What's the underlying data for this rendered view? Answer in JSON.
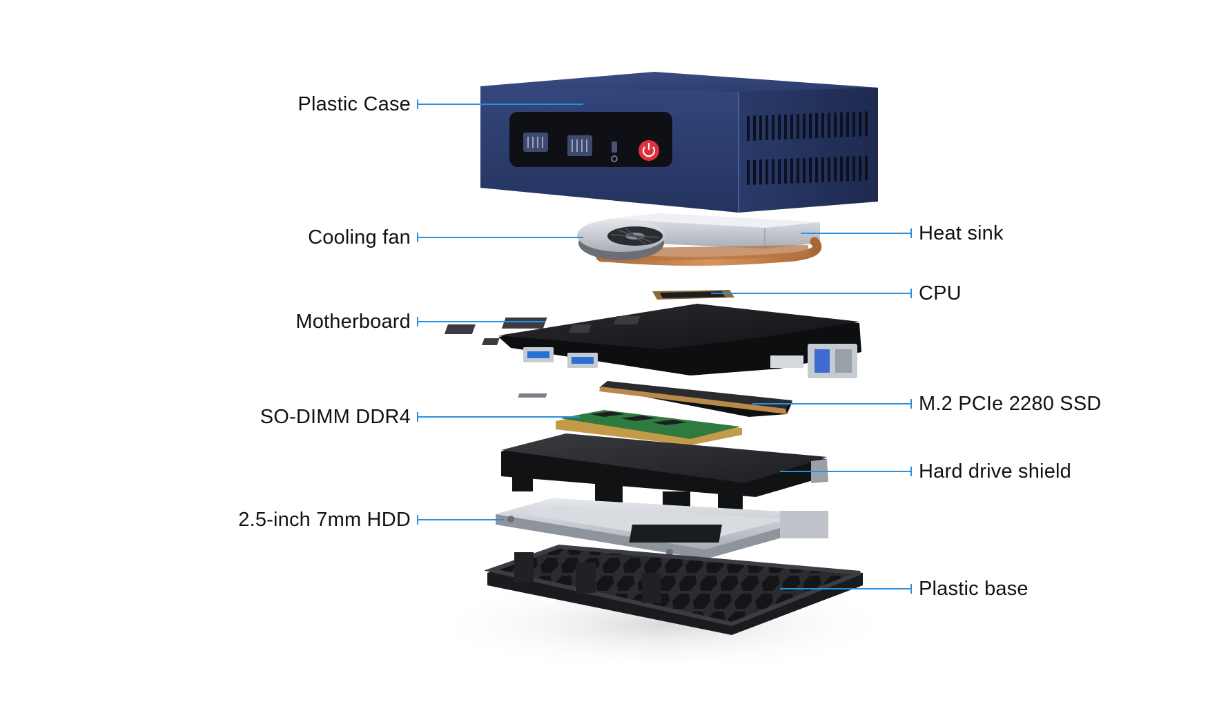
{
  "colors": {
    "leader": "#2b8fe0",
    "case_blue": "#26386b",
    "power_button": "#e0313f",
    "board": "#1b1c1f",
    "ram_green": "#2f7a3e",
    "copper": "#c5824a",
    "metal": "#c9cdd3",
    "text": "#111111"
  },
  "labels": {
    "plastic_case": "Plastic Case",
    "cooling_fan": "Cooling fan",
    "heat_sink": "Heat sink",
    "cpu": "CPU",
    "motherboard": "Motherboard",
    "ssd": "M.2 PCIe 2280 SSD",
    "ram": "SO-DIMM DDR4",
    "hdd_shield": "Hard drive shield",
    "hdd": "2.5-inch 7mm HDD",
    "base": "Plastic base"
  },
  "icons": [
    "power-icon",
    "usb-port-icon",
    "audio-jack-icon",
    "vent-grille-icon"
  ]
}
